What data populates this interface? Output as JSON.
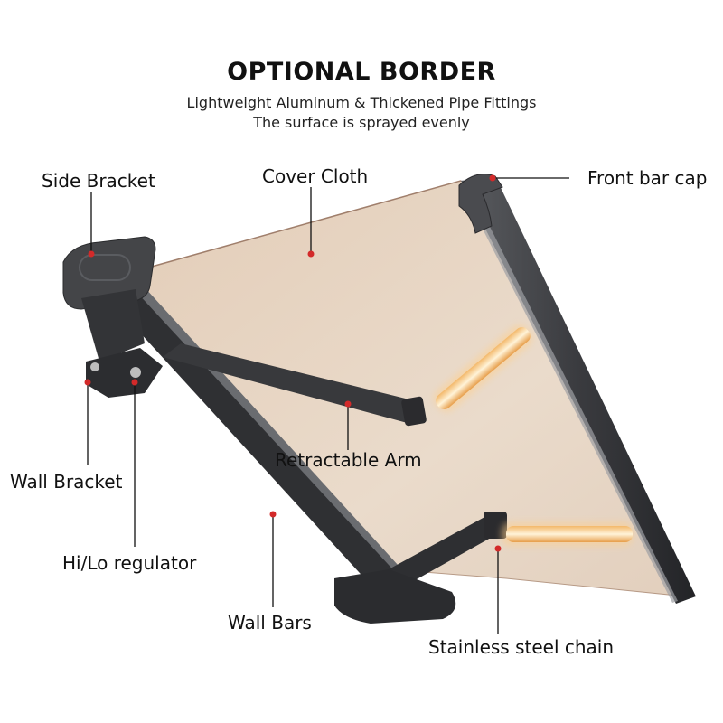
{
  "header": {
    "title": "OPTIONAL BORDER",
    "subtitle_line1": "Lightweight Aluminum & Thickened Pipe Fittings",
    "subtitle_line2": "The surface is sprayed evenly"
  },
  "callouts": {
    "side_bracket": "Side Bracket",
    "cover_cloth": "Cover Cloth",
    "front_bar_cap": "Front bar cap",
    "wall_bracket": "Wall Bracket",
    "hi_lo_regulator": "Hi/Lo regulator",
    "retractable_arm": "Retractable Arm",
    "wall_bars": "Wall Bars",
    "stainless_steel_chain": "Stainless steel chain"
  },
  "colors": {
    "cloth": "#e9d9c8",
    "frame": "#3a3b3d",
    "led_glow": "#ffd79a",
    "marker": "#d32a2a",
    "leader_line": "#111111"
  }
}
